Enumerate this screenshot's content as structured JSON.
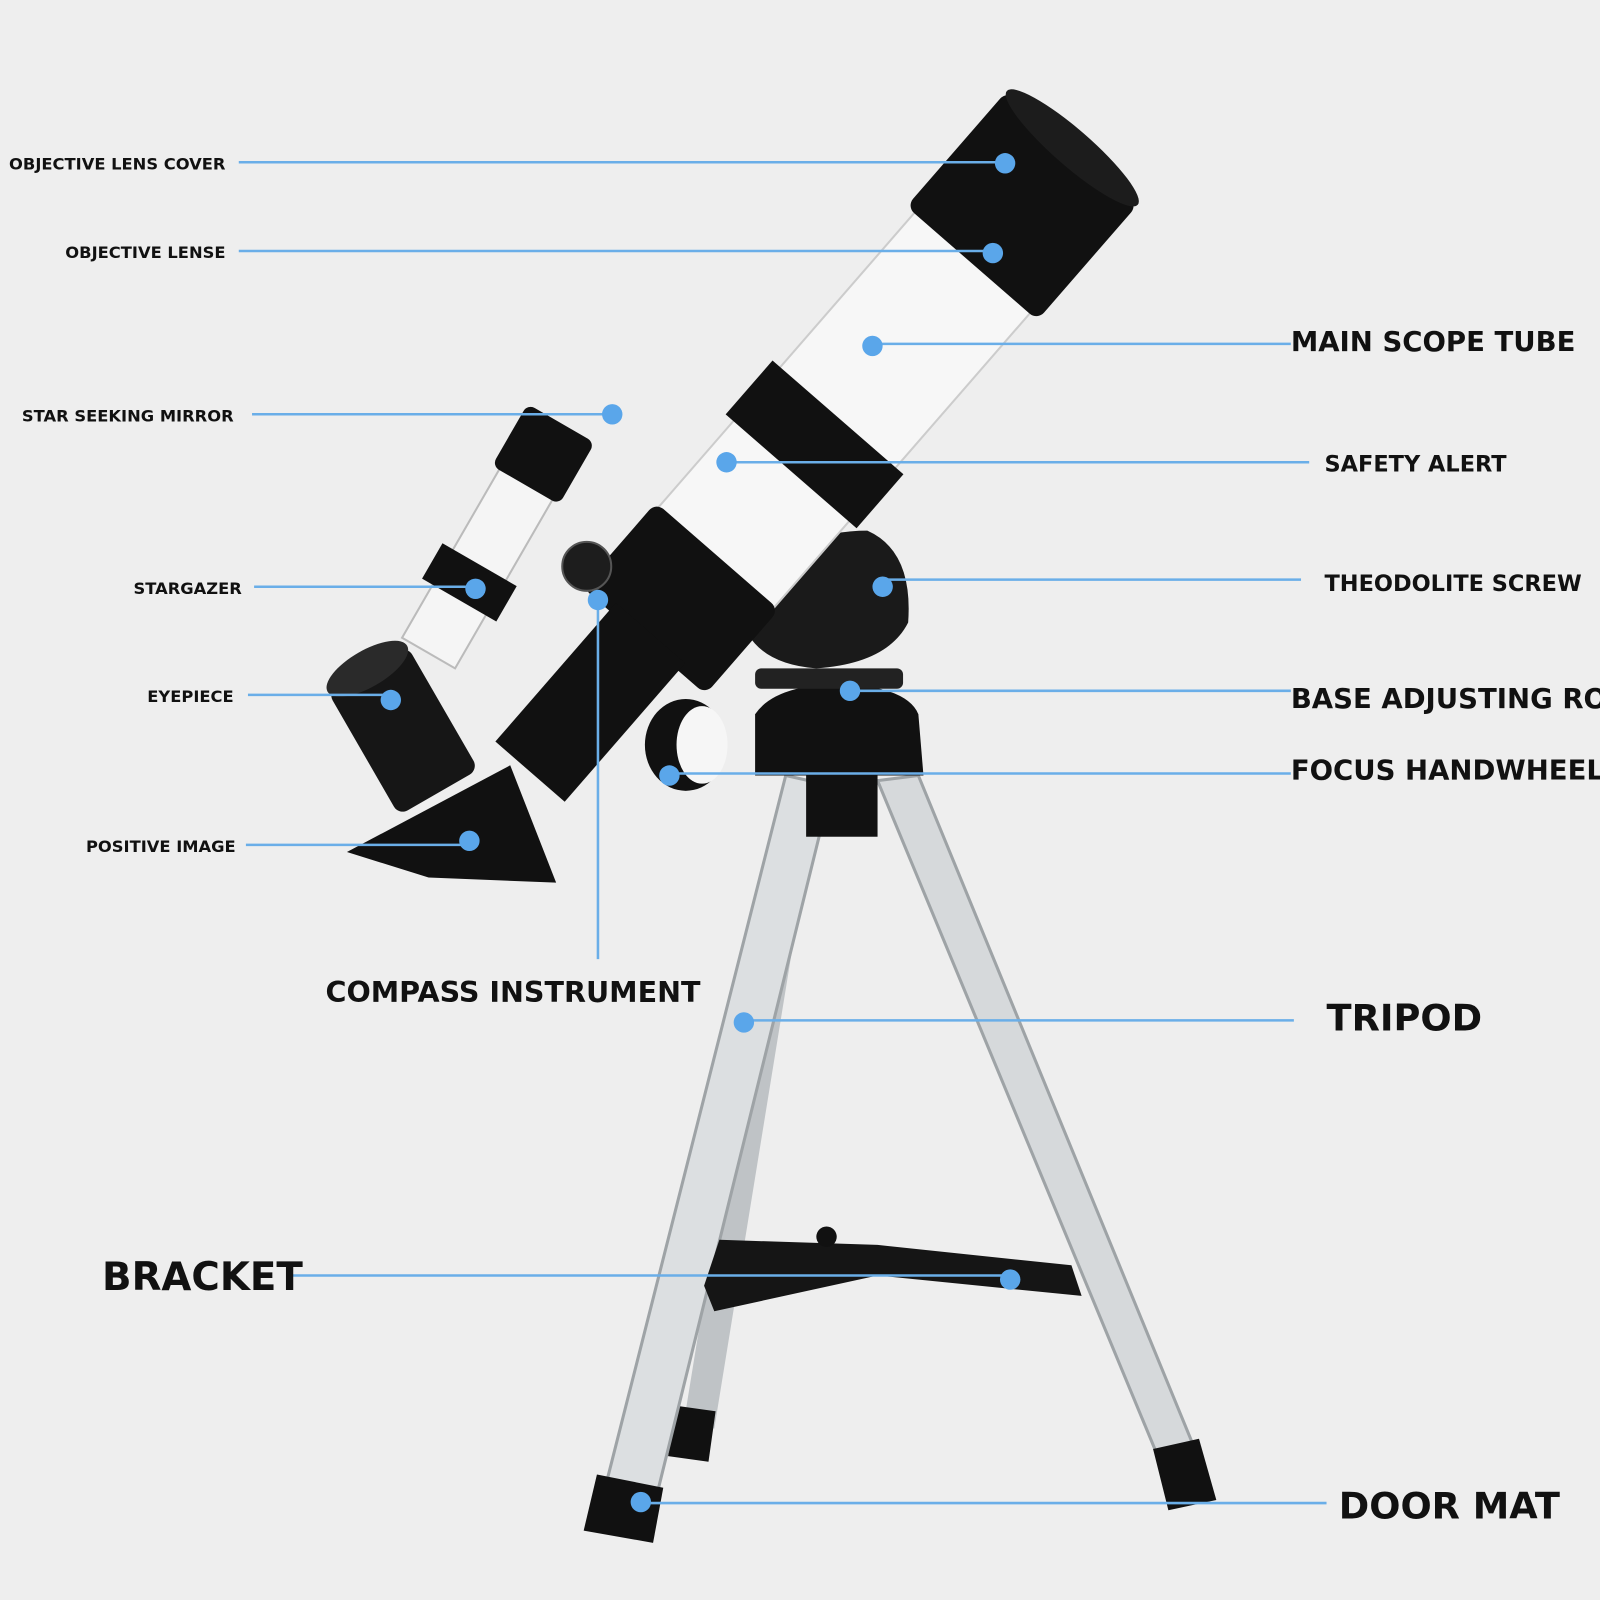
{
  "colors": {
    "background": "#eeeeee",
    "leader_line": "#6aaee8",
    "dot": "#5aa6ea",
    "tube": "#f7f7f7",
    "black_parts": "#111111",
    "tripod": "#cfd2d4"
  },
  "labels": {
    "objective_lens_cover": "OBJECTIVE LENS COVER",
    "objective_lense": "OBJECTIVE LENSE",
    "star_seeking_mirror": "STAR SEEKING MIRROR",
    "stargazer": "STARGAZER",
    "eyepiece": "EYEPIECE",
    "positive_image": "POSITIVE IMAGE",
    "compass_instrument": "COMPASS INSTRUMENT",
    "bracket": "BRACKET",
    "main_scope_tube": "MAIN SCOPE TUBE",
    "safety_alert": "SAFETY ALERT",
    "theodolite_screw": "THEODOLITE SCREW",
    "base_adjusting_rod": "BASE ADJUSTING ROD",
    "focus_handwheel": "FOCUS HANDWHEEL",
    "tripod": "TRIPOD",
    "door_mat": "DOOR MAT"
  }
}
